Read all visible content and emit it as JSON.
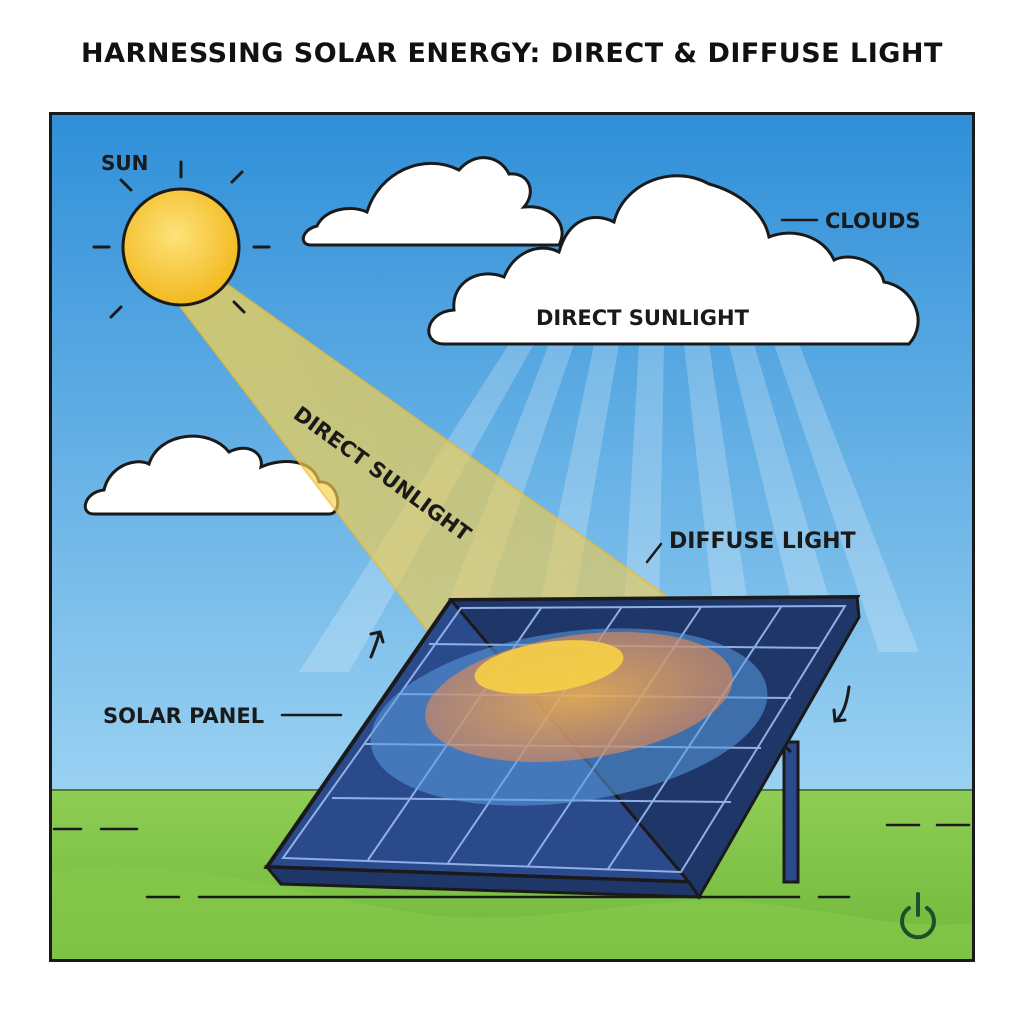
{
  "title": "HARNESSING SOLAR ENERGY: DIRECT & DIFFUSE LIGHT",
  "labels": {
    "sun": "SUN",
    "clouds": "CLOUDS",
    "direct_sunlight_cloud": "DIRECT SUNLIGHT",
    "direct_sunlight_beam": "DIRECT SUNLIGHT",
    "diffuse_light": "DIFFUSE LIGHT",
    "solar_panel": "SOLAR PANEL"
  },
  "icons": [
    "sun-icon",
    "cloud-icon",
    "solar-panel-icon",
    "curved-arrow-icon",
    "power-icon"
  ],
  "colors": {
    "sky_top": "#2f8fd8",
    "sky_bottom": "#8fcaf0",
    "grass": "#7dc142",
    "sun": "#f7c531",
    "beam": "#f5c842",
    "panel": "#2b4a8c",
    "outline": "#1a1a1a"
  }
}
